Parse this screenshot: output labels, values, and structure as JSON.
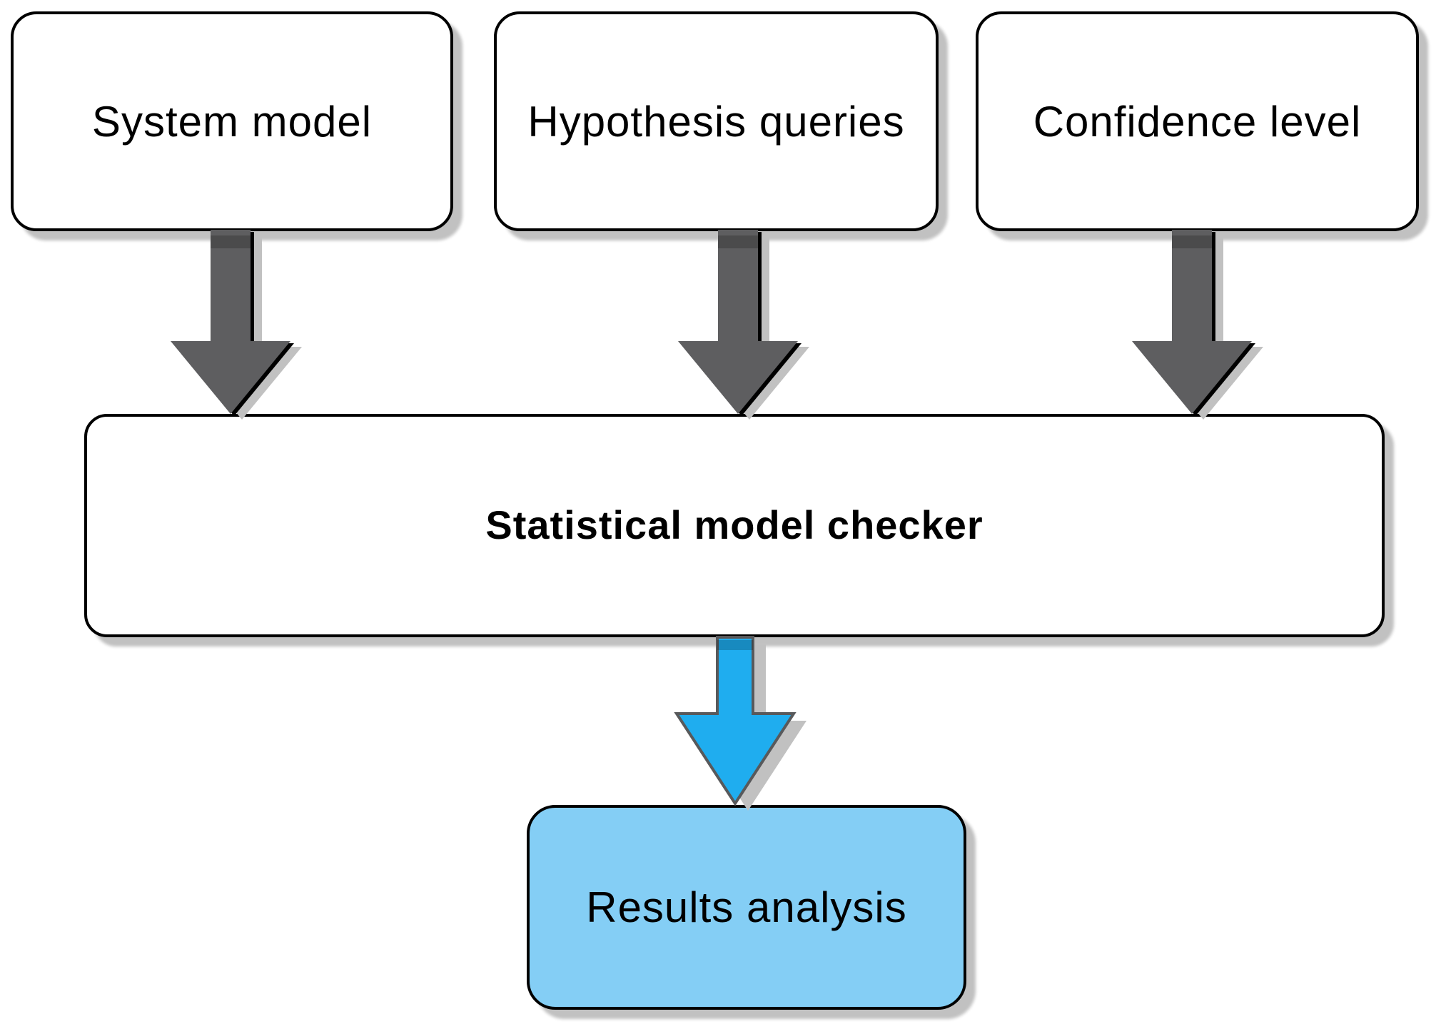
{
  "diagram": {
    "nodes": {
      "system_model": {
        "label": "System model"
      },
      "hypothesis_queries": {
        "label": "Hypothesis queries"
      },
      "confidence_level": {
        "label": "Confidence level"
      },
      "checker": {
        "label": "Statistical model checker"
      },
      "results": {
        "label": "Results analysis"
      }
    },
    "edges": [
      {
        "from": "system_model",
        "to": "checker",
        "style": "gray-block-arrow"
      },
      {
        "from": "hypothesis_queries",
        "to": "checker",
        "style": "gray-block-arrow"
      },
      {
        "from": "confidence_level",
        "to": "checker",
        "style": "gray-block-arrow"
      },
      {
        "from": "checker",
        "to": "results",
        "style": "blue-block-arrow"
      }
    ]
  },
  "colors": {
    "node-fill": "#ffffff",
    "result-fill": "#84cef5",
    "outline": "#000000",
    "text": "#000000",
    "arrow-gray": "#5e5e60",
    "arrow-blue": "#1fadef",
    "arrow-blue-outline": "#58595b",
    "shadow": "#c1c1c1"
  }
}
